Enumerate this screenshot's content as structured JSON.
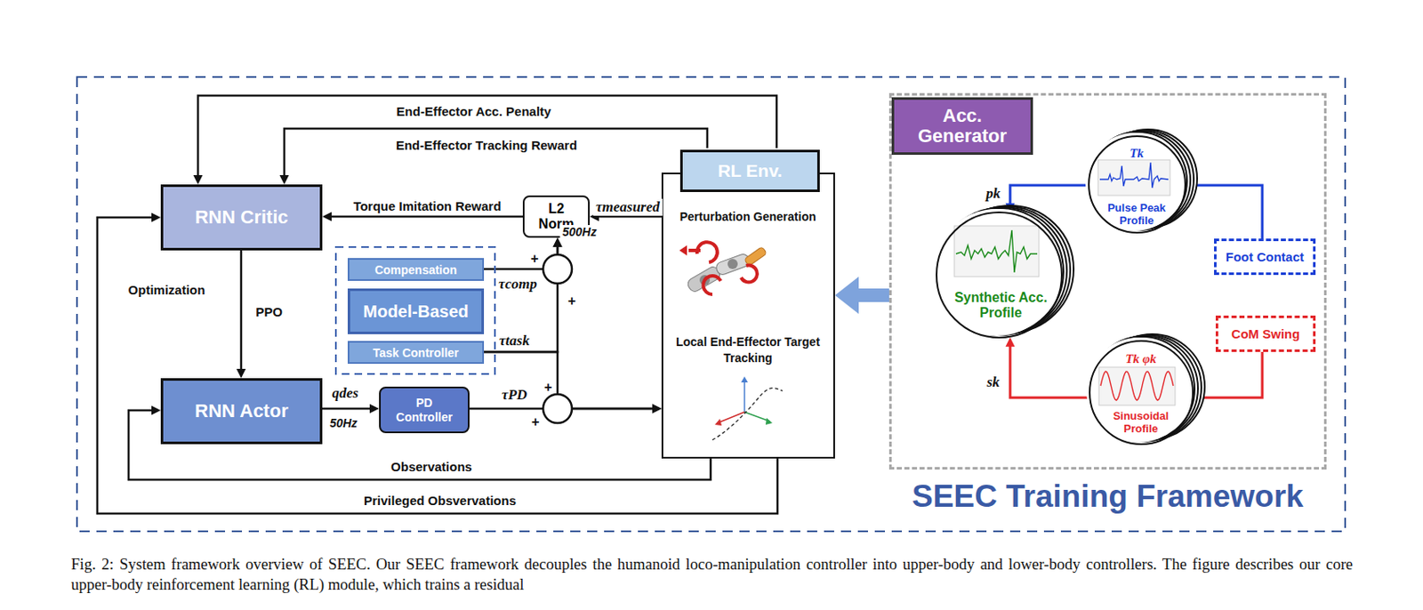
{
  "diagram": {
    "title": "SEEC Training Framework",
    "caption": "Fig. 2: System framework overview of SEEC. Our SEEC framework decouples the humanoid loco-manipulation controller into upper-body and lower-body controllers. The figure describes our core upper-body reinforcement learning (RL) module, which trains a residual",
    "nodes": [
      {
        "text": [
          "RNN Critic"
        ]
      },
      {
        "text": [
          "L2 Norm"
        ]
      },
      {
        "text": [
          "Compensation"
        ]
      },
      {
        "text": [
          "Model-Based"
        ]
      },
      {
        "text": [
          "Task Controller"
        ]
      },
      {
        "text": [
          "RNN Actor"
        ]
      },
      {
        "text": [
          "PD Controller"
        ]
      },
      {
        "text": [
          "RL Env.",
          "Perturbation Generation",
          "Local End-Effector Target Tracking"
        ]
      },
      {
        "text": [
          "Acc. Generator"
        ]
      },
      {
        "text": [
          "Tk",
          "Pulse Peak Profile"
        ],
        "in": 8
      },
      {
        "text": [
          "Synthetic Acc. Profile"
        ],
        "in": 8
      },
      {
        "text": [
          "Foot Contact"
        ],
        "in": 8
      },
      {
        "text": [
          "CoM Swing"
        ],
        "in": 8
      },
      {
        "text": [
          "Tk φk",
          "Sinusoidal Profile"
        ],
        "in": 8
      }
    ],
    "edges": [
      {
        "from": 7,
        "to": 0,
        "label": "End-Effector Acc. Penalty",
        "arrow": "to"
      },
      {
        "from": 7,
        "to": 0,
        "label": "End-Effector Tracking Reward",
        "arrow": "to"
      },
      {
        "from": 1,
        "to": 0,
        "label": "Torque Imitation Reward",
        "arrow": "to"
      },
      {
        "from": 7,
        "to": 1,
        "label": "τmeasured",
        "arrow": "to"
      },
      {
        "from": 2,
        "to": 1,
        "label": "τcomp",
        "arrow": "to"
      },
      {
        "from": 4,
        "to": 1,
        "label": "τtask",
        "arrow": "to"
      },
      {
        "from": 4,
        "to": 7,
        "arrow": "to"
      },
      {
        "from": 6,
        "to": 7,
        "label": "τPD",
        "arrow": "to"
      },
      {
        "from": 5,
        "to": 6,
        "label": "qdes",
        "arrow": "to"
      },
      {
        "from": 0,
        "to": 5,
        "label": "PPO",
        "arrow": "to"
      },
      {
        "from": 7,
        "to": 5,
        "label": "Observations",
        "arrow": "to"
      },
      {
        "from": 7,
        "to": 0,
        "label": "Privileged Obsvervations",
        "arrow": "to"
      },
      {
        "from": 8,
        "to": 7,
        "arrow": "to"
      },
      {
        "from": 9,
        "to": 10,
        "label": "pk",
        "arrow": "to"
      },
      {
        "from": 11,
        "to": 9,
        "arrow": "none"
      },
      {
        "from": 13,
        "to": 10,
        "label": "sk",
        "arrow": "to"
      },
      {
        "from": 12,
        "to": 13,
        "arrow": "none"
      }
    ],
    "labels": [
      "Optimization",
      "500Hz",
      "50Hz",
      "+",
      "+",
      "+",
      "+"
    ]
  }
}
